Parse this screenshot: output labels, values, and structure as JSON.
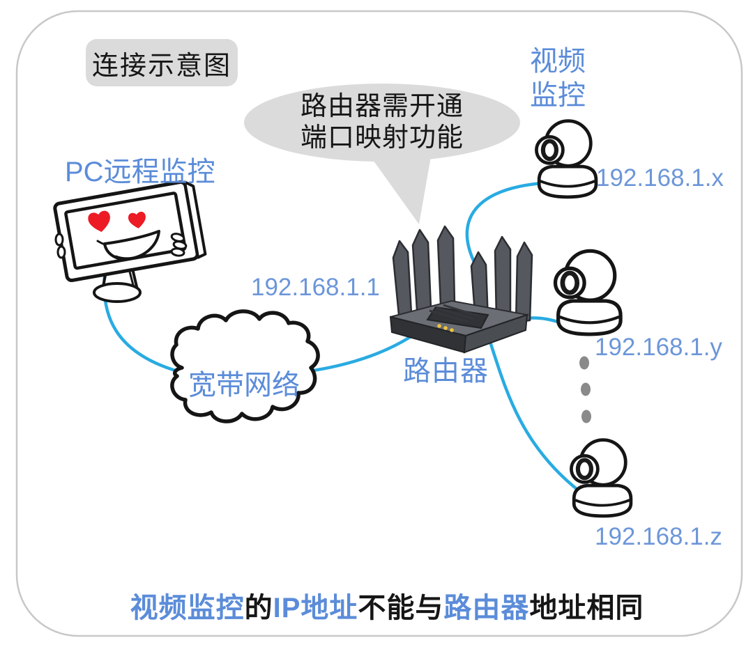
{
  "colors": {
    "accent_text": "#5B8CD9",
    "ip_text": "#6C96D9",
    "line_blue": "#29ABE2",
    "bubble_grey": "#DBDBDB",
    "border_grey": "#C8C8C8",
    "heart_red": "#EC1B24",
    "dot_grey": "#8A8A8A",
    "text_black": "#161616",
    "ink": "#151515",
    "led_yellow": "#EFC43C",
    "router_dark": "#303236",
    "router_mid": "#4A4D52",
    "router_light": "#6B6E74"
  },
  "diagram": {
    "title": "连接示意图",
    "speech_bubble": {
      "line1": "路由器需开通",
      "line2": "端口映射功能"
    },
    "pc_label": "PC远程监控",
    "cloud_label": "宽带网络",
    "router": {
      "label": "路由器",
      "ip": "192.168.1.1"
    },
    "camera_group_label": {
      "line1": "视频",
      "line2": "监控"
    },
    "cameras": [
      {
        "ip": "192.168.1.x"
      },
      {
        "ip": "192.168.1.y"
      },
      {
        "ip": "192.168.1.z"
      }
    ],
    "bottom_note": {
      "segments": [
        {
          "text": "视频监控",
          "color": "blue"
        },
        {
          "text": "的",
          "color": "black"
        },
        {
          "text": "IP地址",
          "color": "blue"
        },
        {
          "text": "不能与",
          "color": "black"
        },
        {
          "text": "路由器",
          "color": "blue"
        },
        {
          "text": "地址相同",
          "color": "black"
        }
      ]
    }
  }
}
